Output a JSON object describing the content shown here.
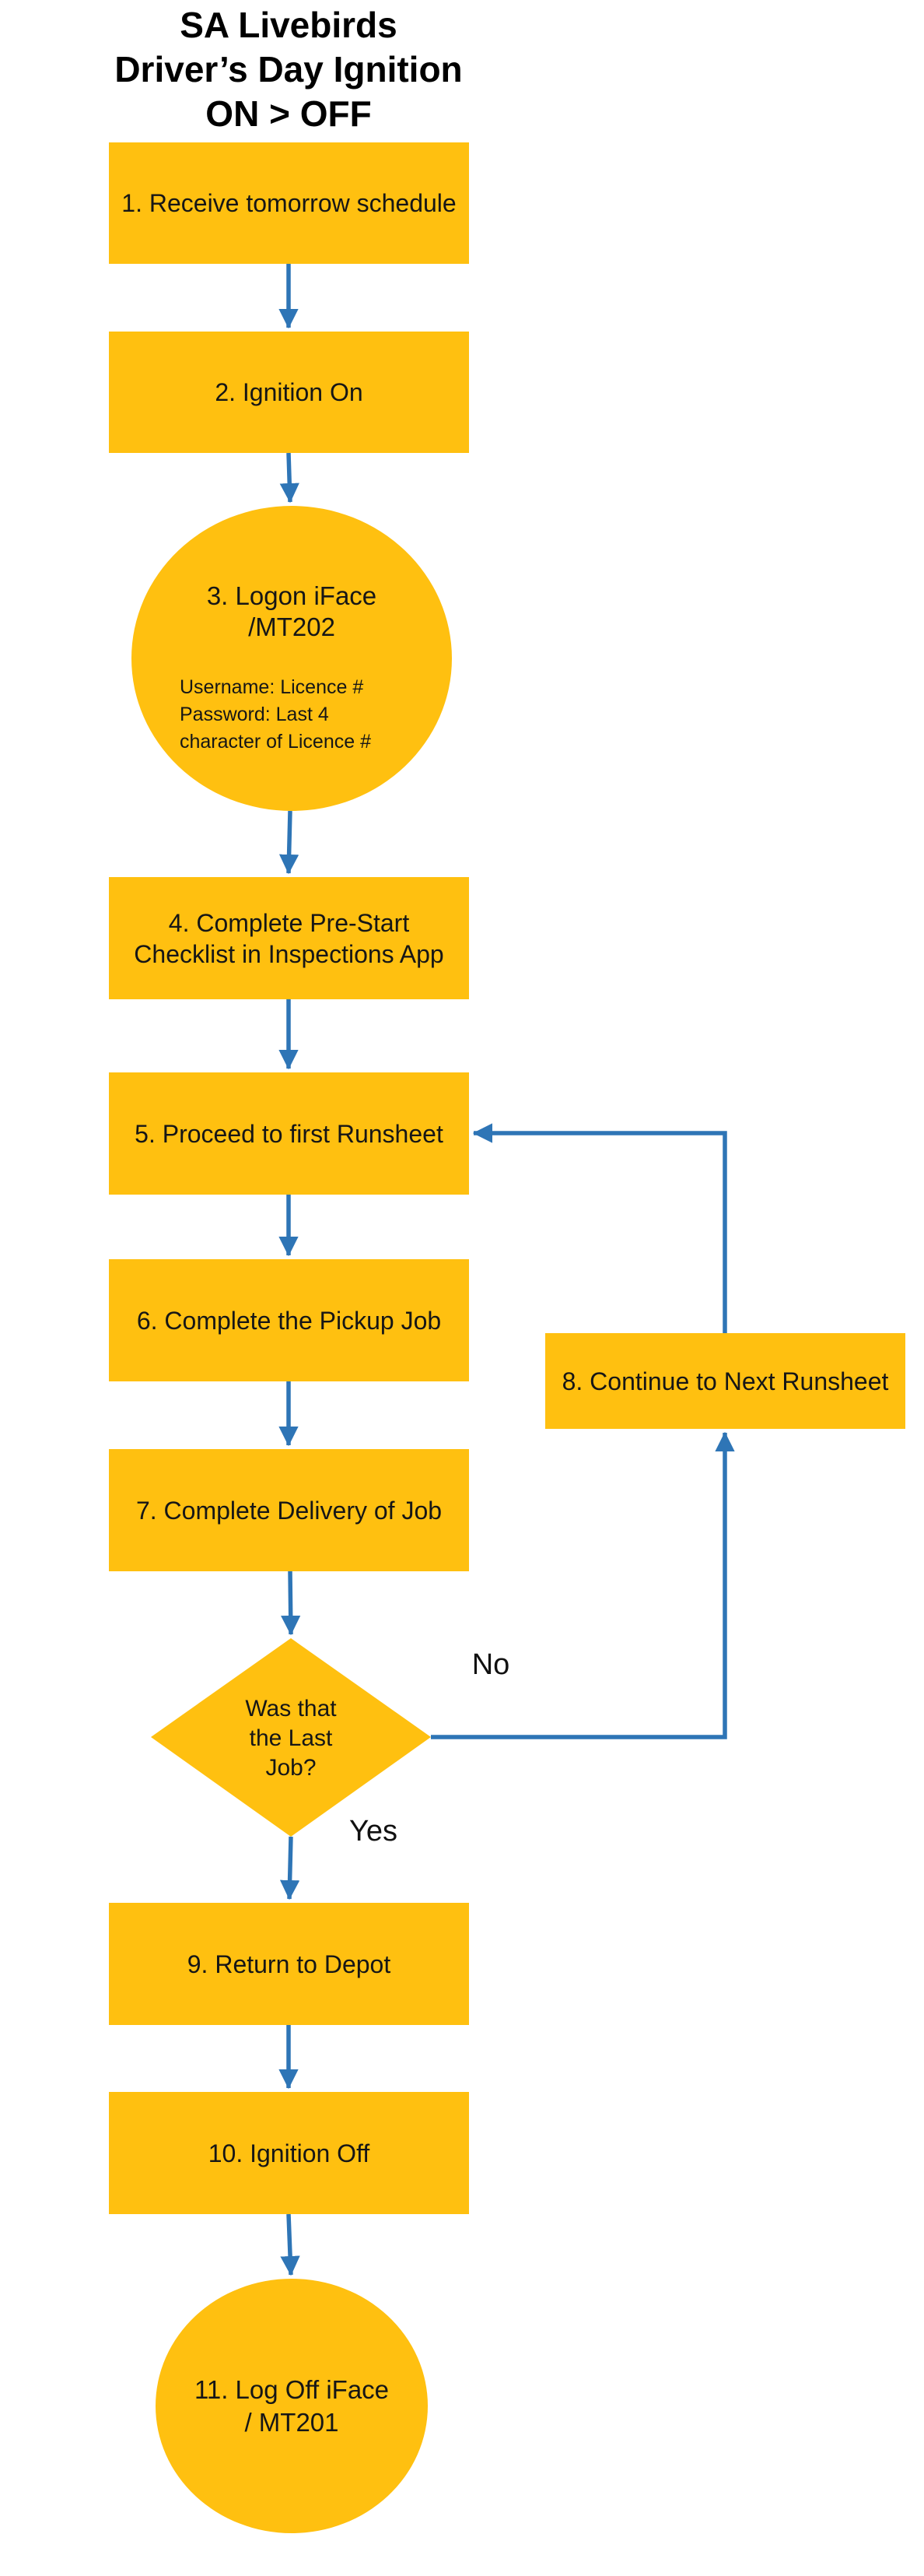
{
  "title": "SA Livebirds\nDriver’s Day Ignition\nON > OFF",
  "colors": {
    "shape_fill": "#FFC010",
    "connector_blue": "#2E75B6",
    "text": "#111111",
    "background": "#FFFFFF"
  },
  "nodes": {
    "step1": {
      "shape": "process",
      "label": "1. Receive tomorrow schedule"
    },
    "step2": {
      "shape": "process",
      "label": "2. Ignition On"
    },
    "step3": {
      "shape": "terminator",
      "label": "3. Logon iFace\n/MT202",
      "note": "Username: Licence #\nPassword: Last 4\ncharacter of Licence #"
    },
    "step4": {
      "shape": "process",
      "label": "4. Complete Pre-Start\nChecklist in Inspections App"
    },
    "step5": {
      "shape": "process",
      "label": "5. Proceed to first Runsheet"
    },
    "step6": {
      "shape": "process",
      "label": "6. Complete the Pickup Job"
    },
    "step7": {
      "shape": "process",
      "label": "7. Complete Delivery of Job"
    },
    "decision": {
      "shape": "decision",
      "label": "Was that\nthe Last\nJob?"
    },
    "step8": {
      "shape": "process",
      "label": "8. Continue to Next Runsheet"
    },
    "step9": {
      "shape": "process",
      "label": "9. Return to Depot"
    },
    "step10": {
      "shape": "process",
      "label": "10. Ignition Off"
    },
    "step11": {
      "shape": "terminator",
      "label": "11. Log Off iFace\n/ MT201"
    }
  },
  "edge_labels": {
    "no": "No",
    "yes": "Yes"
  }
}
